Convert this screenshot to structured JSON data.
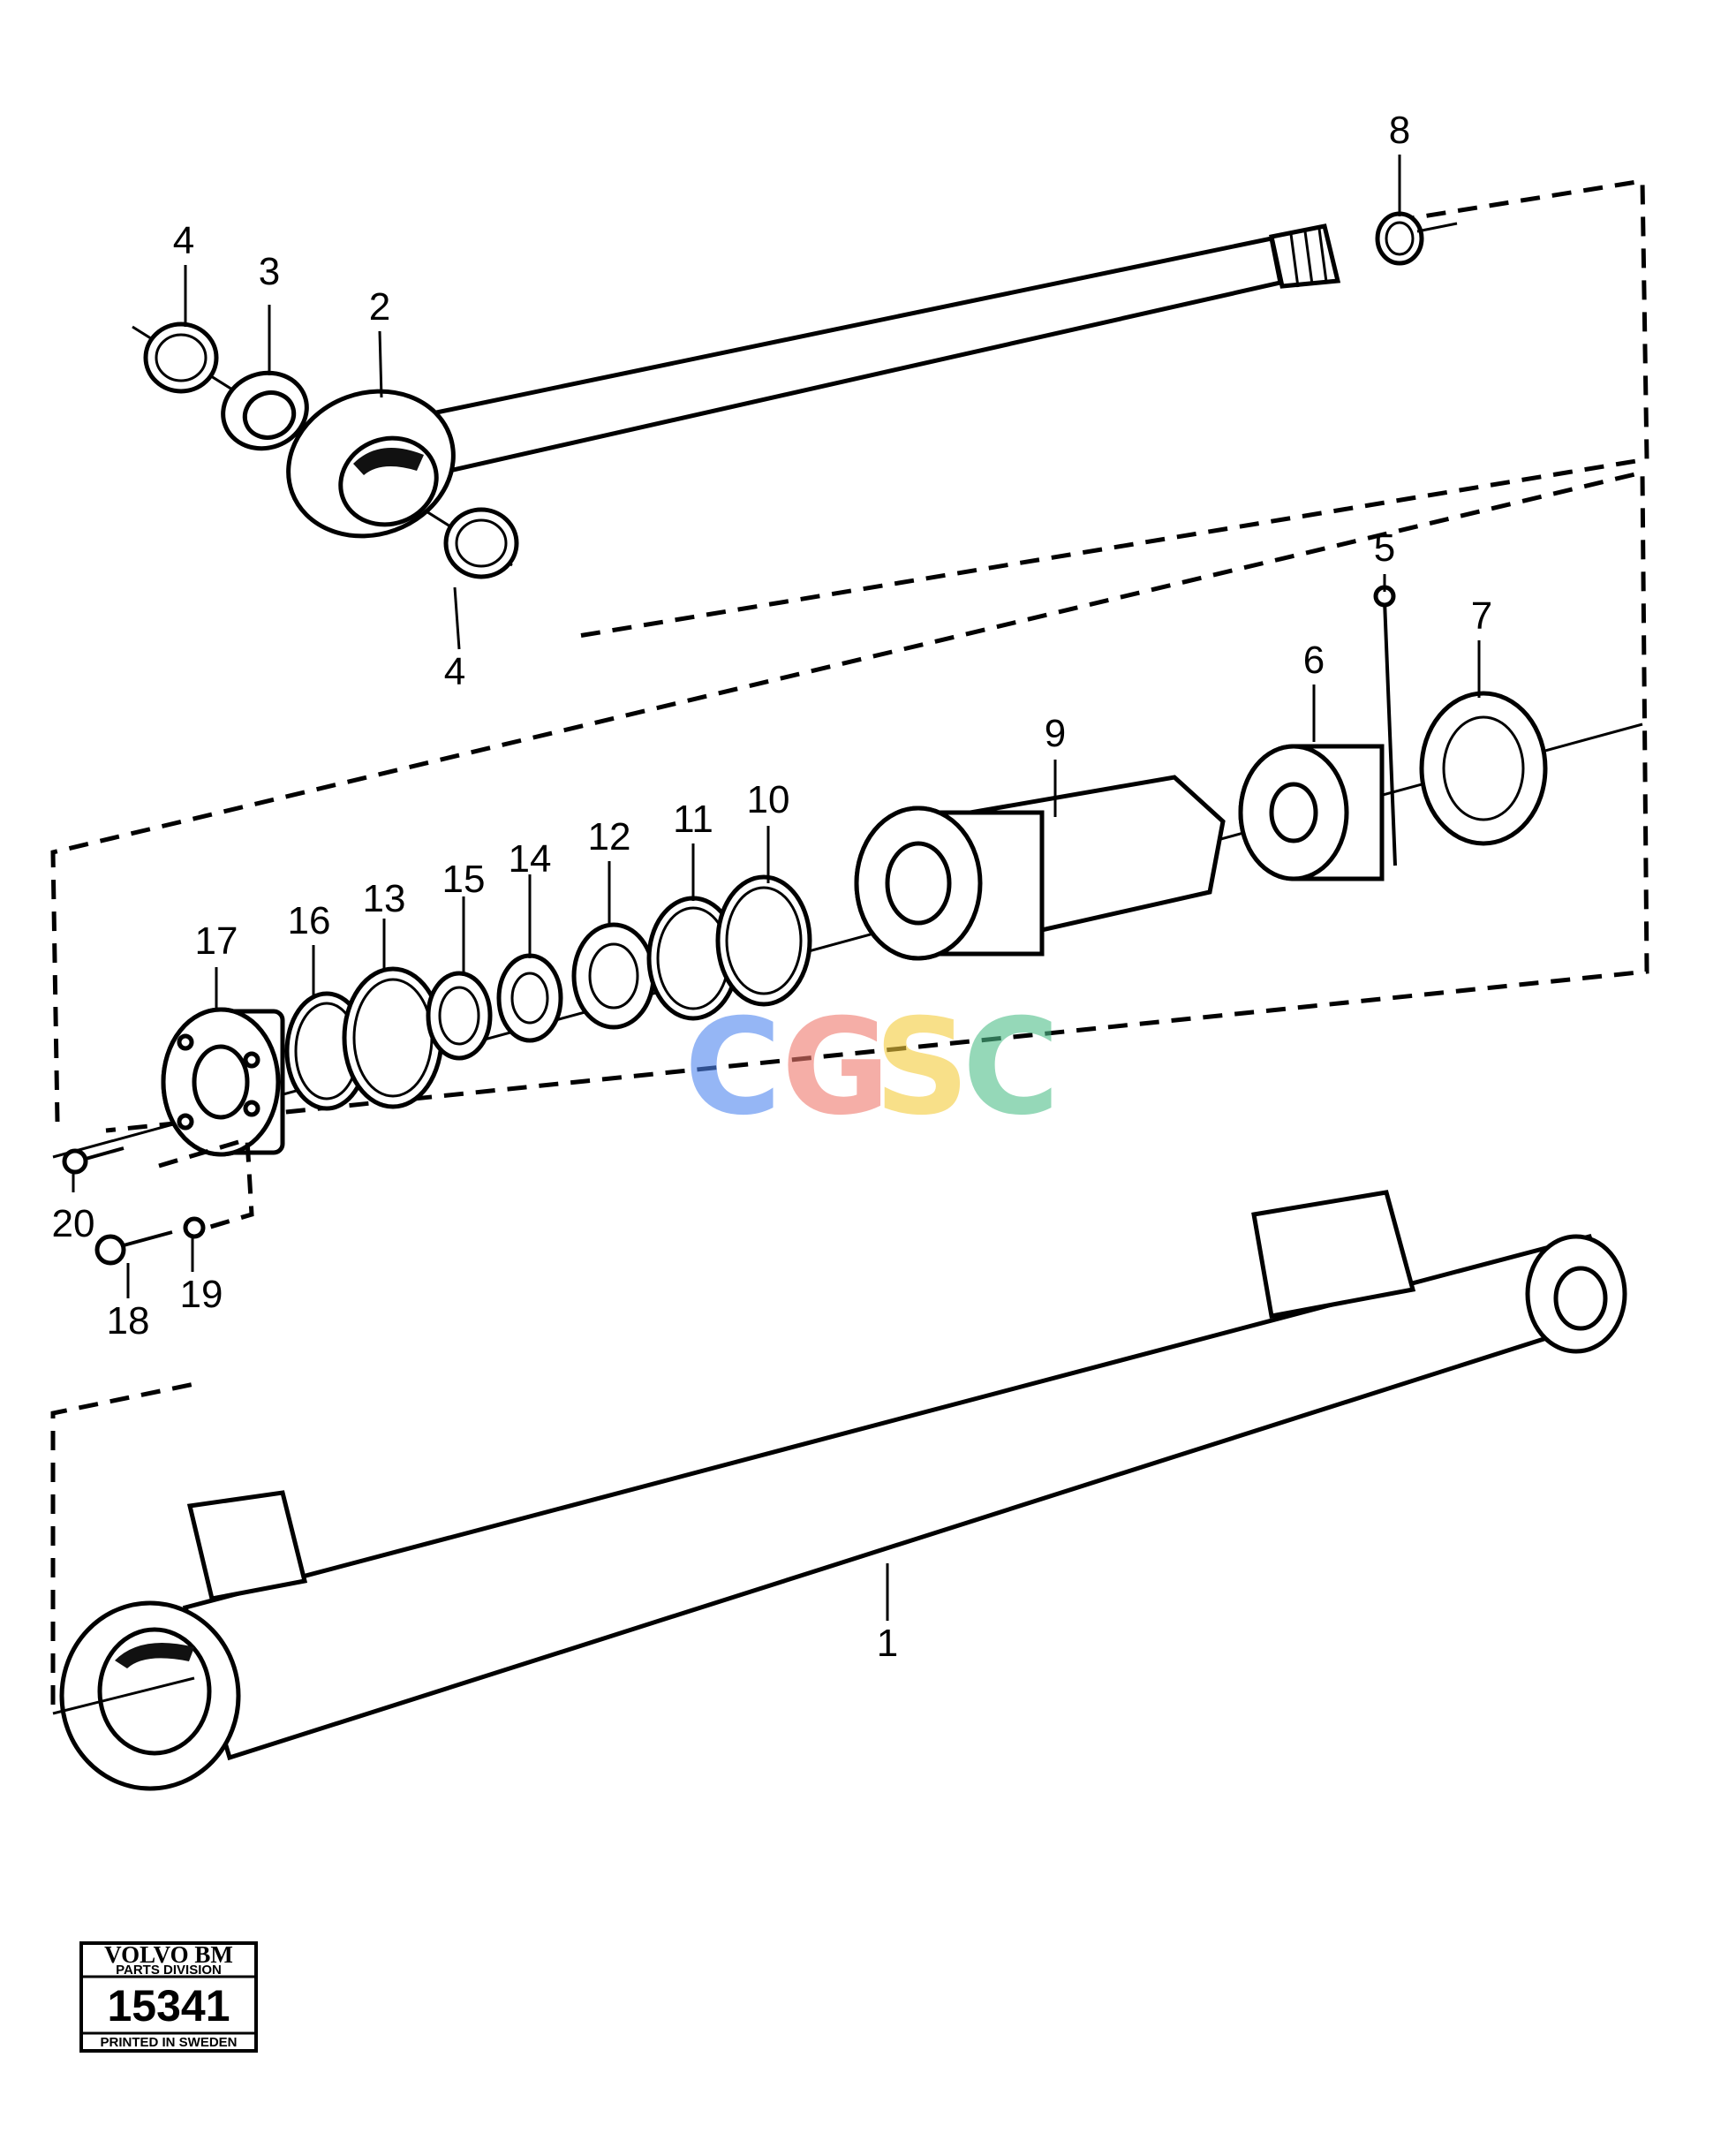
{
  "callouts": {
    "c1": "1",
    "c2": "2",
    "c3": "3",
    "c4a": "4",
    "c4b": "4",
    "c5": "5",
    "c6": "6",
    "c7": "7",
    "c8": "8",
    "c9": "9",
    "c10": "10",
    "c11": "11",
    "c12": "12",
    "c13": "13",
    "c14": "14",
    "c15": "15",
    "c16": "16",
    "c17": "17",
    "c18": "18",
    "c19": "19",
    "c20": "20"
  },
  "watermark": {
    "letters": [
      "C",
      "G",
      "S",
      "C"
    ],
    "colors": [
      "#4f86f0",
      "#f07a6e",
      "#f5cc3c",
      "#4fbf8a"
    ]
  },
  "stamp": {
    "brand": "VOLVO BM",
    "division": "PARTS DIVISION",
    "number": "15341",
    "footer": "PRINTED IN SWEDEN"
  }
}
